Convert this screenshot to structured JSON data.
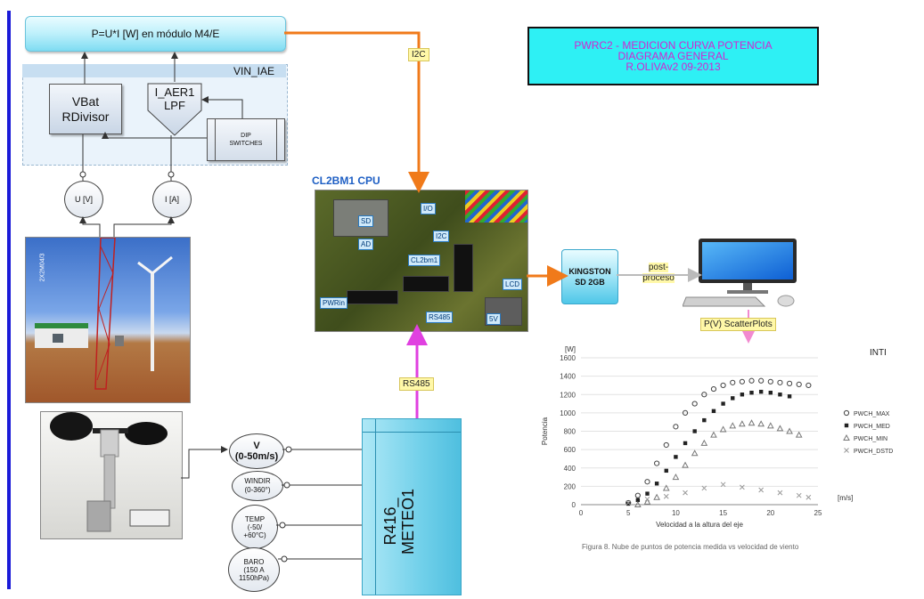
{
  "power_module": "P=U*I [W] en módulo M4/E",
  "vin_block": {
    "label": "VIN_IAE",
    "vbat": [
      "VBat",
      "RDivisor"
    ],
    "iaer": [
      "I_AER1",
      "LPF"
    ],
    "dip": [
      "DIP",
      "SWITCHES"
    ]
  },
  "sensors_top": {
    "u": "U [V]",
    "i": "I [A]"
  },
  "buses": {
    "i2c": "I2C",
    "rs485": "RS485"
  },
  "cpu": {
    "label": "CL2BM1 CPU",
    "chips": [
      "SD",
      "I/O",
      "I2C",
      "AD",
      "CL2bm1",
      "LCD",
      "PWRin",
      "RS485",
      "5V"
    ]
  },
  "storage": {
    "kingston": [
      "KINGSTON",
      "SD 2GB"
    ],
    "post": "post-\nproceso"
  },
  "scatter_tag": "P(V) ScatterPlots",
  "title_box": [
    "PWRC2 - MEDICION CURVA POTENCIA",
    "DIAGRAMA GENERAL",
    "R.OLIVAv2  09-2013"
  ],
  "meteo": {
    "label": [
      "R416_",
      "METEO1"
    ],
    "inputs": [
      [
        "V",
        "(0-50m/s)"
      ],
      [
        "WINDIR",
        "(0-360°)"
      ],
      [
        "TEMP",
        "(-50/",
        "+60°C)"
      ],
      [
        "BARO",
        "(150 A",
        "1150hPa)"
      ]
    ]
  },
  "photo_text": "2X2M04/3",
  "chart_data": {
    "type": "scatter",
    "title": "INTI",
    "xlabel": "Velocidad a la altura del eje",
    "ylabel": "Potencia",
    "x_unit": "[m/s]",
    "y_unit": "[W]",
    "xlim": [
      0,
      25
    ],
    "ylim": [
      0,
      1600
    ],
    "xticks": [
      0,
      5,
      10,
      15,
      20,
      25
    ],
    "yticks": [
      0,
      200,
      400,
      600,
      800,
      1000,
      1200,
      1400,
      1600
    ],
    "series": [
      {
        "name": "PWCH_MAX",
        "marker": "circle",
        "color": "#444444",
        "x": [
          5,
          6,
          7,
          8,
          9,
          10,
          11,
          12,
          13,
          14,
          15,
          16,
          17,
          18,
          19,
          20,
          21,
          22,
          23,
          24
        ],
        "y": [
          20,
          100,
          250,
          450,
          650,
          850,
          1000,
          1100,
          1200,
          1260,
          1300,
          1330,
          1340,
          1350,
          1350,
          1340,
          1330,
          1320,
          1310,
          1300
        ]
      },
      {
        "name": "PWCH_MED",
        "marker": "square",
        "color": "#222222",
        "x": [
          5,
          6,
          7,
          8,
          9,
          10,
          11,
          12,
          13,
          14,
          15,
          16,
          17,
          18,
          19,
          20,
          21,
          22
        ],
        "y": [
          10,
          50,
          120,
          230,
          370,
          520,
          670,
          800,
          920,
          1020,
          1100,
          1160,
          1200,
          1220,
          1230,
          1220,
          1200,
          1180
        ]
      },
      {
        "name": "PWCH_MIN",
        "marker": "triangle",
        "color": "#777777",
        "x": [
          6,
          7,
          8,
          9,
          10,
          11,
          12,
          13,
          14,
          15,
          16,
          17,
          18,
          19,
          20,
          21,
          22,
          23
        ],
        "y": [
          0,
          30,
          80,
          180,
          300,
          430,
          560,
          670,
          760,
          820,
          860,
          880,
          890,
          880,
          860,
          830,
          800,
          760
        ]
      },
      {
        "name": "PWCH_DSTD",
        "marker": "cross",
        "color": "#999999",
        "x": [
          5,
          7,
          9,
          11,
          13,
          15,
          17,
          19,
          21,
          23,
          24
        ],
        "y": [
          20,
          60,
          90,
          130,
          180,
          220,
          190,
          160,
          130,
          100,
          80
        ]
      }
    ]
  },
  "caption": "Figura 8. Nube de puntos de potencia medida vs velocidad de viento",
  "colors": {
    "i2c_line": "#f07a1a",
    "rs485_line": "#e040e0",
    "leftbar": "#1a1ad8",
    "scatter_arrow": "#f28ad0"
  }
}
